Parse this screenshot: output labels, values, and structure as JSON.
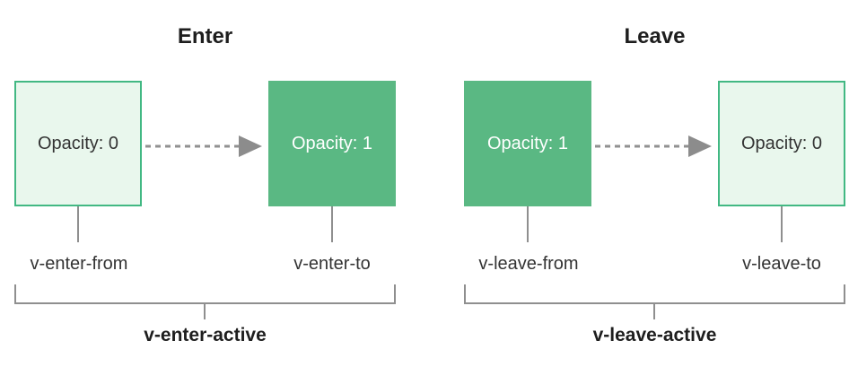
{
  "colors": {
    "background": "#ffffff",
    "green_solid": "#5ab883",
    "green_light": "#e9f7ed",
    "green_border": "#42b883",
    "line_gray": "#8f8f8f",
    "text_dark": "#333333",
    "title_dark": "#1e1e1e",
    "text_on_green": "#ffffff"
  },
  "diagrams": [
    {
      "title": "Enter",
      "from_box": {
        "label": "Opacity: 0",
        "class_name": "v-enter-from"
      },
      "to_box": {
        "label": "Opacity: 1",
        "class_name": "v-enter-to"
      },
      "active_label": "v-enter-active"
    },
    {
      "title": "Leave",
      "from_box": {
        "label": "Opacity: 1",
        "class_name": "v-leave-from"
      },
      "to_box": {
        "label": "Opacity: 0",
        "class_name": "v-leave-to"
      },
      "active_label": "v-leave-active"
    }
  ]
}
